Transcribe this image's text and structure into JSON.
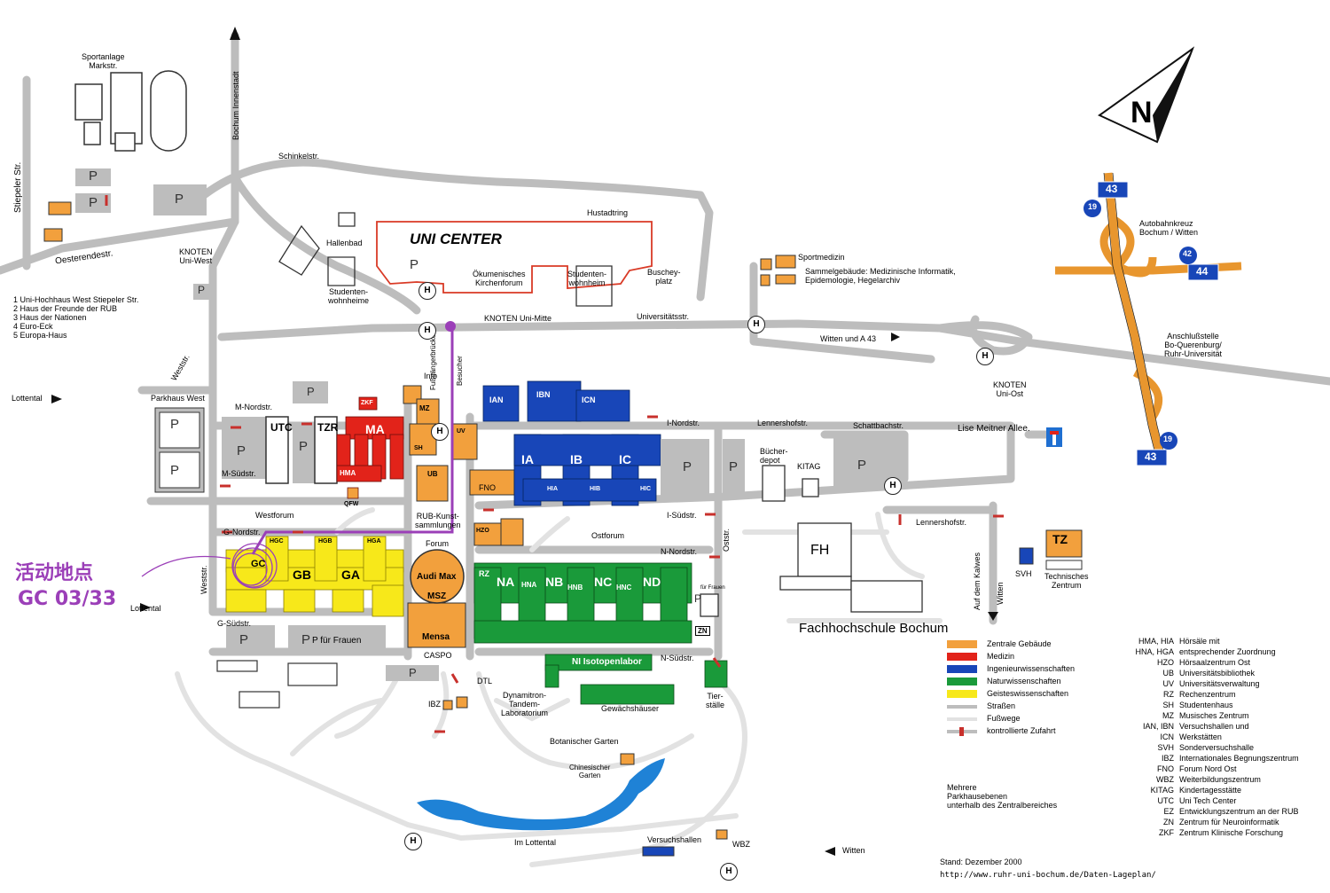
{
  "map": {
    "north": "N",
    "uni_center": "UNI CENTER",
    "fh_title": "Fachhochschule Bochum",
    "marker_line1": "活动地点",
    "marker_line2": "GC 03/33",
    "stand": "Stand: Dezember 2000",
    "url": "http://www.ruhr-uni-bochum.de/Daten-Lageplan/",
    "colors": {
      "central": "#f2a03d",
      "medicine": "#e2231a",
      "engineering": "#1846b8",
      "science": "#1a9a3a",
      "humanities": "#f7e81a",
      "roads": "#bdbdbd",
      "paths": "#e2e2e2",
      "marker": "#9b3fb8",
      "autobahn": "#e8962e",
      "water": "#1f82d6"
    }
  },
  "labels": {
    "sportanlage": "Sportanlage\nMarkstr.",
    "stiepeler": "Stiepeler Str.",
    "oesterende": "Oesterendestr.",
    "bochum_innenstadt": "Bochum Innenstadt",
    "schinkel": "Schinkelstr.",
    "hustadtring": "Hustadtring",
    "hallenbad": "Hallenbad",
    "studentenwohnheime": "Studenten-\nwohnheime",
    "oekumenisches": "Ökumenisches\nKirchenforum",
    "studentenwohnheim": "Studenten-\nwohnheim",
    "buscheyplatz": "Buschey-\nplatz",
    "knoten_west": "KNOTEN\nUni-West",
    "knoten_mitte": "KNOTEN Uni-Mitte",
    "universitaetsstr": "Universitätsstr.",
    "witten_a43": "Witten und A 43",
    "sportmedizin": "Sportmedizin",
    "sammelgebaeude": "Sammelgebäude: Medizinische Informatik,\nEpidemologie, Hegelarchiv",
    "autobahnkreuz": "Autobahnkreuz\nBochum / Witten",
    "anschluss": "Anschlußstelle\nBo-Querenburg/\nRuhr-Universität",
    "knoten_ost": "KNOTEN\nUni-Ost",
    "lise_meitner": "Lise Meitner Allee.",
    "lottental_left": "Lottental",
    "lottental_bottom": "Lottental",
    "parkhaus_west": "Parkhaus West",
    "m_nordstr": "M-Nordstr.",
    "m_suedstr": "M-Südstr.",
    "weststr": "Weststr.",
    "westforum": "Westforum",
    "g_nordstr": "G-Nordstr.",
    "g_suedstr": "G-Südstr.",
    "p_fuer_frauen": "P für Frauen",
    "info": "Info",
    "fussgaenger": "Fußgängerbrücke",
    "besucher": "Besucher",
    "rub_kunst": "RUB-Kunst-\nsammlungen",
    "forum": "Forum",
    "caspo": "CASPO",
    "fno": "FNO",
    "i_nordstr": "I-Nordstr.",
    "i_suedstr": "I-Südstr.",
    "lennershof": "Lennershofstr.",
    "lennershof2": "Lennershofstr.",
    "schattbach": "Schattbachstr.",
    "buecherdepot": "Bücher-\ndepot",
    "kitag": "KITAG",
    "ostforum": "Ostforum",
    "n_nordstr": "N-Nordstr.",
    "n_suedstr": "N-Südstr.",
    "oststr": "Oststr.",
    "auf_dem_kalwes": "Auf dem Kalwes",
    "witten_vert": "Witten",
    "svh": "SVH",
    "technisches": "Technisches\nZentrum",
    "dtl": "DTL",
    "dynamitron": "Dynamitron-\nTandem-\nLaboratorium",
    "gewaechshaeuser": "Gewächshäuser",
    "tierstaelle": "Tier-\nställe",
    "ibz": "IBZ",
    "botanischer": "Botanischer Garten",
    "chinesischer": "Chinesischer\nGarten",
    "im_lottental": "Im Lottental",
    "versuchshallen": "Versuchshallen",
    "wbz": "WBZ",
    "witten_bottom": "Witten",
    "mehrere": "Mehrere\nParkhausebenen\nunterhalb des Zentralbereiches",
    "ni_isotopen": "NI Isotopenlabor",
    "audi_max": "Audi Max",
    "msz": "MSZ",
    "mensa": "Mensa",
    "legend_numbers": "1 Uni-Hochhaus West Stiepeler Str.\n2 Haus der Freunde der RUB\n3 Haus der Nationen\n4 Euro-Eck\n5 Europa-Haus",
    "p_fuer_frauen_small": "für Frauen"
  },
  "legend": [
    {
      "label": "Zentrale Gebäude",
      "color": "#f2a03d"
    },
    {
      "label": "Medizin",
      "color": "#e2231a"
    },
    {
      "label": "Ingenieurwissenschaften",
      "color": "#1846b8"
    },
    {
      "label": "Naturwissenschaften",
      "color": "#1a9a3a"
    },
    {
      "label": "Geisteswissenschaften",
      "color": "#f7e81a"
    },
    {
      "label": "Straßen",
      "color": "#bdbdbd"
    },
    {
      "label": "Fußwege",
      "color": "#e2e2e2"
    },
    {
      "label": "kontrollierte Zufahrt",
      "color": "#c8302c"
    }
  ],
  "abbreviations": [
    {
      "k": "HMA, HIA",
      "v": "Hörsäle mit"
    },
    {
      "k": "HNA, HGA",
      "v": "entsprechender Zuordnung"
    },
    {
      "k": "HZO",
      "v": "Hörsaalzentrum Ost"
    },
    {
      "k": "UB",
      "v": "Universitätsbibliothek"
    },
    {
      "k": "UV",
      "v": "Universitätsverwaltung"
    },
    {
      "k": "RZ",
      "v": "Rechenzentrum"
    },
    {
      "k": "SH",
      "v": "Studentenhaus"
    },
    {
      "k": "MZ",
      "v": "Musisches Zentrum"
    },
    {
      "k": "IAN, IBN",
      "v": "Versuchshallen und"
    },
    {
      "k": "ICN",
      "v": "Werkstätten"
    },
    {
      "k": "SVH",
      "v": "Sonderversuchshalle"
    },
    {
      "k": "IBZ",
      "v": "Internationales Begnungszentrum"
    },
    {
      "k": "FNO",
      "v": "Forum Nord Ost"
    },
    {
      "k": "WBZ",
      "v": "Weiterbildungszentrum"
    },
    {
      "k": "KITAG",
      "v": "Kindertagesstätte"
    },
    {
      "k": "UTC",
      "v": "Uni Tech Center"
    },
    {
      "k": "EZ",
      "v": "Entwicklungszentrum an der RUB"
    },
    {
      "k": "ZN",
      "v": "Zentrum für Neuroinformatik"
    },
    {
      "k": "ZKF",
      "v": "Zentrum Klinische Forschung"
    }
  ],
  "buildings": {
    "gc": "GC",
    "gb": "GB",
    "ga": "GA",
    "hgc": "HGC",
    "hgb": "HGB",
    "hga": "HGA",
    "utc": "UTC",
    "tzr": "TZR",
    "ma": "MA",
    "hma": "HMA",
    "zkf": "ZKF",
    "qfw": "QFW",
    "ia": "IA",
    "ib": "IB",
    "ic": "IC",
    "hia": "HIA",
    "hib": "HIB",
    "hic": "HIC",
    "ian": "IAN",
    "ibn": "IBN",
    "icn": "ICN",
    "na": "NA",
    "nb": "NB",
    "nc": "NC",
    "nd": "ND",
    "hna": "HNA",
    "hnb": "HNB",
    "hnc": "HNC",
    "rz": "RZ",
    "mz": "MZ",
    "uv": "UV",
    "sh": "SH",
    "ub": "UB",
    "hzo": "HZO",
    "zn": "ZN",
    "fh": "FH",
    "tz": "TZ"
  },
  "shields": {
    "a43": "43",
    "a44": "44",
    "n19": "19",
    "n42": "42"
  }
}
